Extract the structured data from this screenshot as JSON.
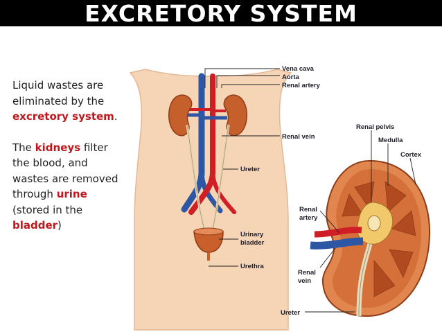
{
  "title": "EXCRETORY SYSTEM",
  "text": {
    "p1_a": "Liquid wastes are eliminated by the ",
    "p1_highlight": "excretory system",
    "p1_b": ".",
    "p2_a": "The ",
    "p2_kidneys": "kidneys",
    "p2_b": " filter the blood, and wastes are removed through ",
    "p2_urine": "urine",
    "p2_c": " (stored in the ",
    "p2_bladder": "bladder",
    "p2_d": ")"
  },
  "body_labels": {
    "vena_cava": "Vena cava",
    "aorta": "Aorta",
    "renal_artery": "Renal artery",
    "renal_vein": "Renal vein",
    "ureter": "Ureter",
    "urinary_1": "Urinary",
    "urinary_2": "bladder",
    "urethra": "Urethra"
  },
  "kidney_labels": {
    "renal_pelvis": "Renal pelvis",
    "medulla": "Medulla",
    "cortex": "Cortex",
    "renal_artery_1": "Renal",
    "renal_artery_2": "artery",
    "renal_vein_1": "Renal",
    "renal_vein_2": "vein",
    "ureter": "Ureter"
  },
  "colors": {
    "title_bg": "#000000",
    "highlight": "#c0171d",
    "skin": "#f6d4b6",
    "kidney": "#c5602c",
    "artery": "#d01e27",
    "vein": "#2d57a5"
  }
}
